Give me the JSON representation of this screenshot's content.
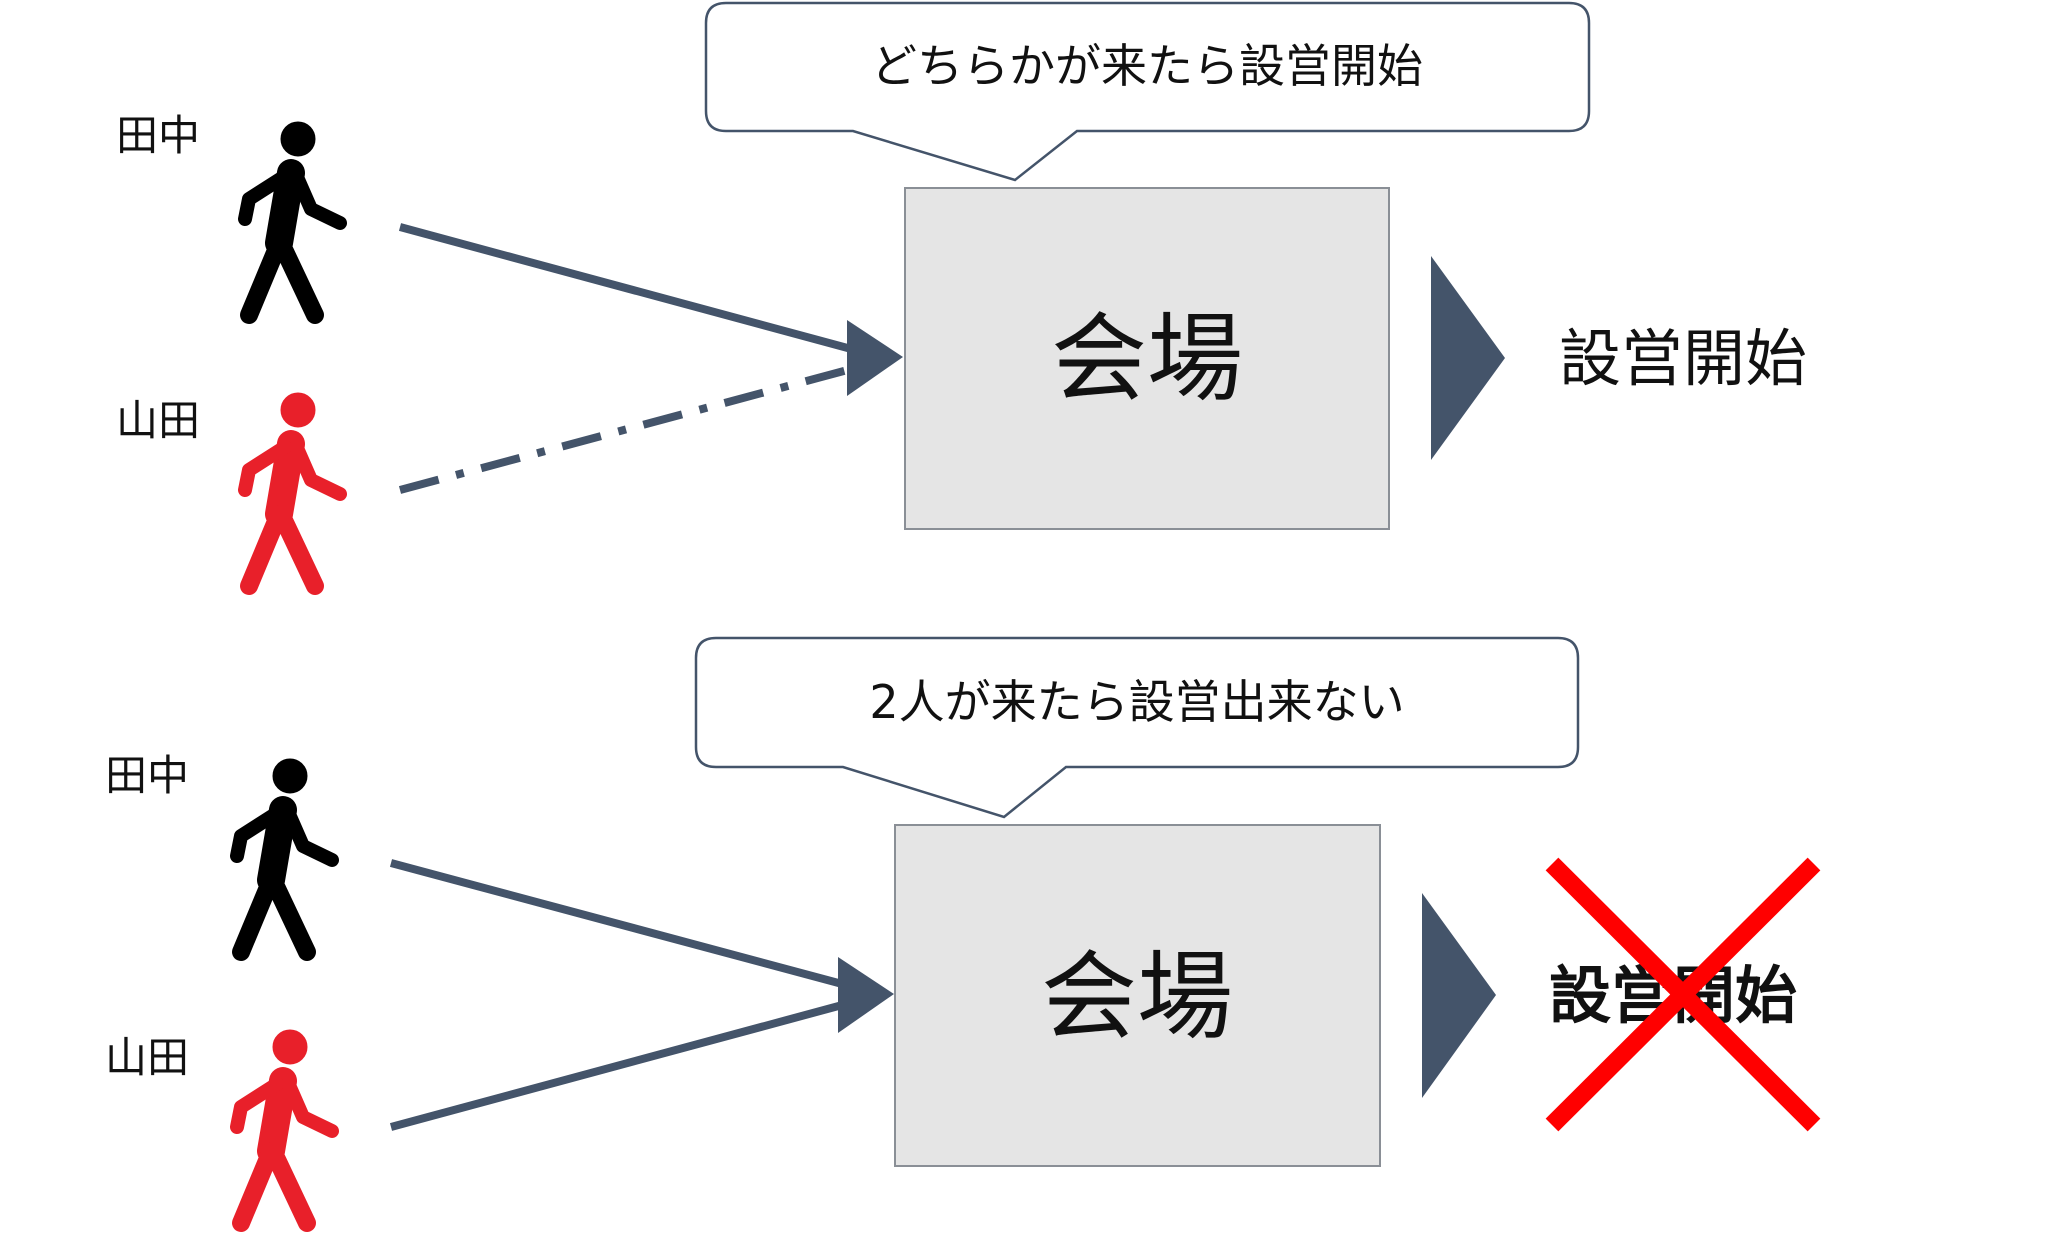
{
  "colors": {
    "arrow": "#44546a",
    "box_fill": "#e5e5e5",
    "box_border": "#8a8f96",
    "person_a": "#000000",
    "person_b": "#e8202a",
    "cross": "#ff0000"
  },
  "scenario_1": {
    "callout": "どちらかが来たら設営開始",
    "person_a": "田中",
    "person_b": "山田",
    "venue": "会場",
    "result": "設営開始"
  },
  "scenario_2": {
    "callout": "2人が来たら設営出来ない",
    "person_a": "田中",
    "person_b": "山田",
    "venue": "会場",
    "result": "設営開始"
  }
}
